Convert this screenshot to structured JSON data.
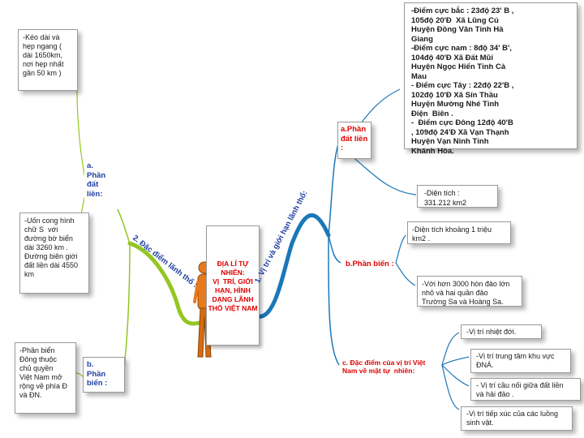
{
  "center": {
    "title": "ĐỊA LÍ TỰ\nNHIÊN:\nVỊ  TRÍ, GIỚI\nHẠN, HÌNH\nDẠNG LÃNH\nTHỔ VIỆT NAM"
  },
  "branch1": {
    "label": "1. Vị trí và giới hạn lãnh thổ:",
    "a": {
      "label": "a.Phần\nđất liền\n:",
      "extremes": "-Điểm cực bắc : 23độ 23' B ,\n105độ 20'Đ  Xã Lũng Cú\nHuyện Đồng Văn Tỉnh Hà\nGiang\n-Điểm cực nam : 8độ 34' B',\n104độ 40'Đ Xã Đất Mũi\nHuyện Ngọc Hiển Tỉnh Cà\nMau\n- Điểm cực Tây : 22độ 22'B ,\n102độ 10'Đ Xã Sín Thầu\nHuyện Mường Nhé Tỉnh\nĐiện  Biên .\n-  Điểm cực Đông 12độ 40'B\n, 109độ 24'Đ Xã Vạn Thạnh\nHuyện Vạn Ninh Tỉnh\nKhánh Hòa.",
      "area": "-Diện tích :\n331.212 km2"
    },
    "b": {
      "label": "b.Phần biển :",
      "area": "-Diện tích khoảng 1 triệu\nkm2 .",
      "islands": "-Với hơn 3000 hòn đảo lớn\nnhỏ và hai quần đảo\nTrường Sa và Hoàng Sa."
    },
    "c": {
      "label": "c. Đặc điểm của vị trí Việt\nNam về mặt tự  nhiên:",
      "items": [
        "-Vị trí nhiệt đới.",
        "-Vị trí trung tâm khu vực\nĐNÁ.",
        "- Vị trí cầu nối giữa đất liền\nvà hải đảo .",
        "-Vị trí tiếp xúc của các luồng\nsinh vật."
      ]
    }
  },
  "branch2": {
    "label": "2. Đặc điểm lãnh thổ :",
    "a": {
      "label": "a.\nPhần\nđất\nliền:",
      "shape": "-Kéo dài và\nhẹp ngang (\ndài 1650km,\nnơi hẹp nhất\ngần 50 km )",
      "coast": "-Uốn cong hình\nchữ S  với\nđường bờ biển\ndài 3260 km .\nĐường biên giới\nđất liền dài 4550\nkm"
    },
    "b": {
      "label": "b.\nPhần\nbiển :",
      "sea": "-Phần biển\nĐông thuộc\nchủ quyền\nViệt Nam mở\nrộng về phía Đ\nvà ĐN."
    }
  },
  "colors": {
    "branch1": "#1b77b8",
    "branch2": "#93c623",
    "label_blue": "#1f3fa0",
    "label_red": "#e00000"
  }
}
